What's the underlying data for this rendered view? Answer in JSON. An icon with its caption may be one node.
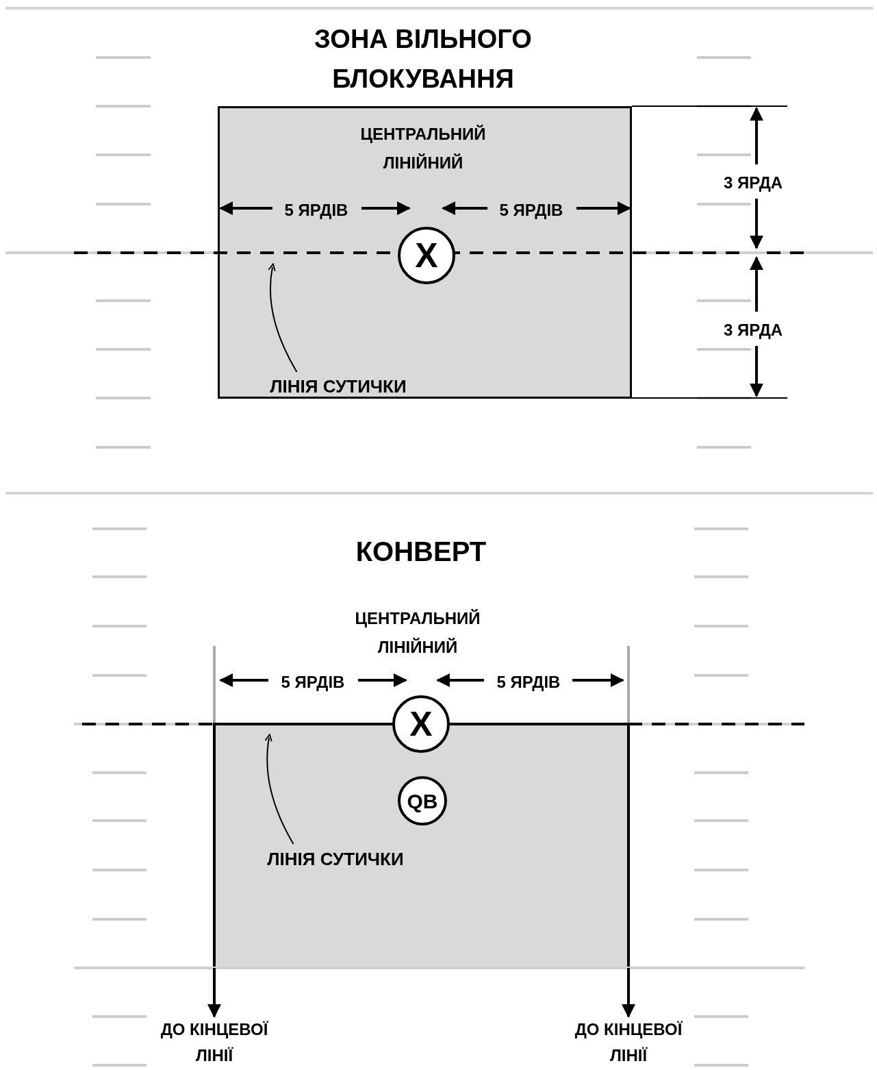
{
  "diagram": {
    "nodes": [
      {
        "text": [],
        "shape": "box"
      },
      {
        "text": [
          "X"
        ],
        "in": 0,
        "beside": [
          "ЦЕНТРАЛЬНИЙ ЛІНІЙНИЙ"
        ]
      },
      {
        "text": [
          "ЛІНІЯ СУТИЧКИ"
        ],
        "in": 0
      },
      {
        "text": [],
        "shape": "box"
      },
      {
        "text": [
          "X"
        ],
        "beside": [
          "ЦЕНТРАЛЬНИЙ ЛІНІЙНИЙ"
        ]
      },
      {
        "text": [
          "QB"
        ],
        "in": 3
      },
      {
        "text": [
          "ЛІНІЯ СУТИЧКИ"
        ],
        "in": 3
      },
      {
        "text": [
          "ДО КІНЦЕВОЇ ЛІНІЇ"
        ]
      },
      {
        "text": [
          "ДО КІНЦЕВОЇ ЛІНІЇ"
        ]
      }
    ],
    "edges": [
      {
        "from": 2,
        "to": null,
        "arrow": "to"
      },
      {
        "from": 6,
        "to": null,
        "arrow": "to"
      },
      {
        "from": 3,
        "to": 7,
        "arrow": "to"
      },
      {
        "from": 3,
        "to": 8,
        "arrow": "to"
      }
    ],
    "labels": [
      "ЗОНА ВІЛЬНОГО БЛОКУВАННЯ",
      "3 ЯРДА",
      "5 ЯРДІВ",
      "5 ЯРДІВ",
      "3 ЯРДА",
      "КОНВЕРТ",
      "5 ЯРДІВ",
      "5 ЯРДІВ"
    ]
  }
}
